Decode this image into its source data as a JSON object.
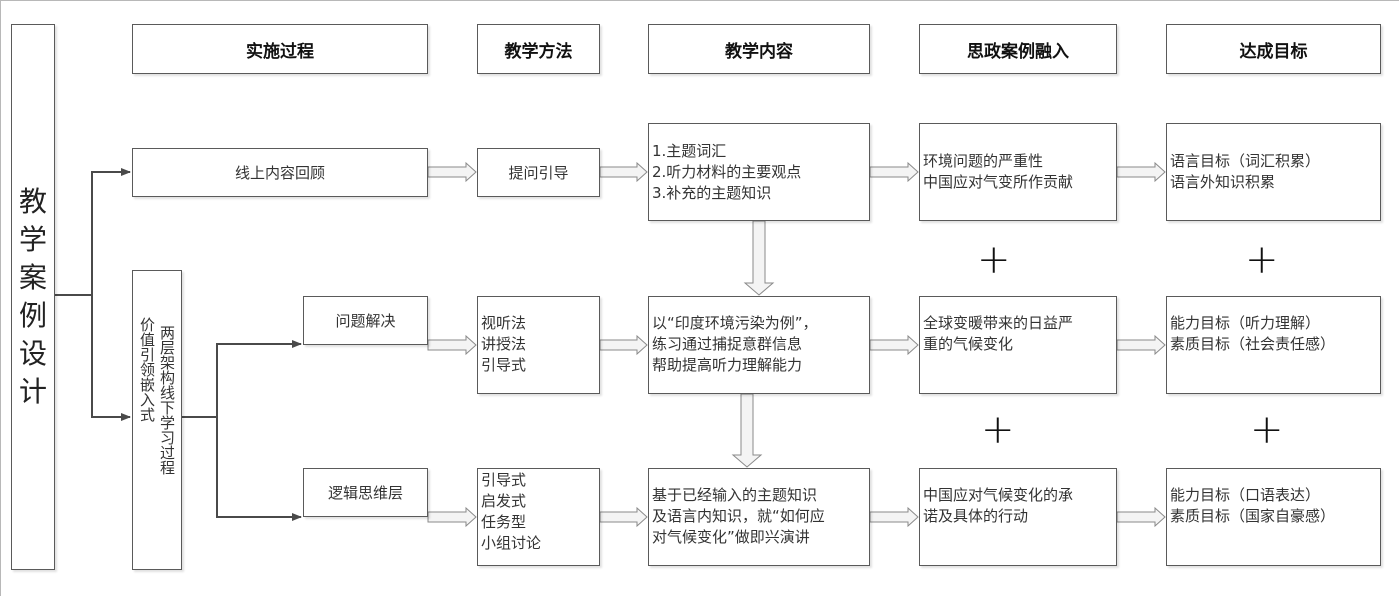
{
  "diagram": {
    "root_label": [
      "教",
      "学",
      "案",
      "例",
      "设",
      "计"
    ],
    "headers": {
      "process": "实施过程",
      "method": "教学方法",
      "content": "教学内容",
      "ideology": "思政案例融入",
      "goal": "达成目标"
    },
    "offline_box": {
      "col_right": "两层架构线下学习过程",
      "col_left": "价值引领嵌入式"
    },
    "rows": [
      {
        "stage": "线上内容回顾",
        "methods": [
          "提问引导"
        ],
        "content": [
          "1.主题词汇",
          "2.听力材料的主要观点",
          "3.补充的主题知识"
        ],
        "ideology": [
          "环境问题的严重性",
          "中国应对气变所作贡献"
        ],
        "goals": [
          "语言目标（词汇积累）",
          "语言外知识积累"
        ]
      },
      {
        "stage": "问题解决",
        "methods": [
          "视听法",
          "讲授法",
          "引导式"
        ],
        "content": [
          "以“印度环境污染为例”，",
          "练习通过捕捉意群信息",
          "帮助提高听力理解能力"
        ],
        "ideology": [
          "全球变暖带来的日益严",
          "重的气候变化"
        ],
        "goals": [
          "能力目标（听力理解）",
          "素质目标（社会责任感）"
        ]
      },
      {
        "stage": "逻辑思维层",
        "methods": [
          "引导式",
          "启发式",
          "任务型",
          "小组讨论"
        ],
        "content": [
          "基于已经输入的主题知识",
          "及语言内知识，就“如何应",
          "对气候变化”做即兴演讲"
        ],
        "ideology": [
          "中国应对气候变化的承",
          "诺及具体的行动"
        ],
        "goals": [
          "能力目标（口语表达）",
          "素质目标（国家自豪感）"
        ]
      }
    ],
    "plus_symbol": "+",
    "colors": {
      "line": "#4a4a4a",
      "box_border": "#5a5a5a",
      "block_arrow_fill": "#f4f4f4",
      "block_arrow_stroke": "#8a8a8a"
    }
  }
}
